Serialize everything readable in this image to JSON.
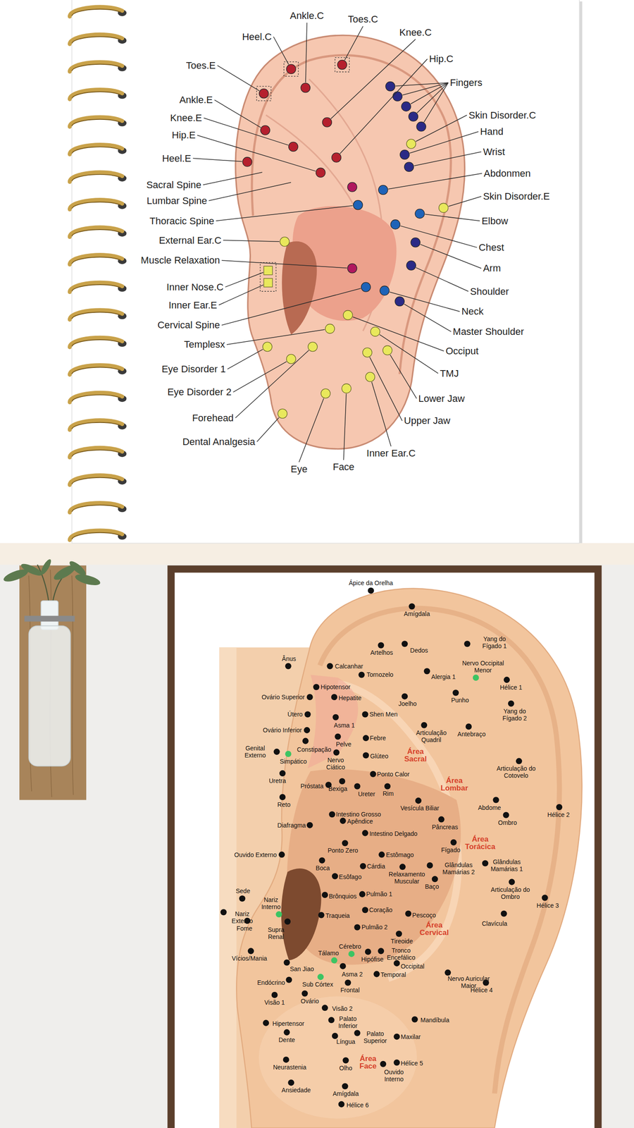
{
  "diagram": {
    "labels": [
      "Ankle.C",
      "Toes.C",
      "Knee.C",
      "Heel.C",
      "Hip.C",
      "Fingers",
      "Toes.E",
      "Skin Disorder.C",
      "Hand",
      "Wrist",
      "Ankle.E",
      "Knee.E",
      "Hip.E",
      "Heel.E",
      "Abdonmen",
      "Skin Disorder.E",
      "Sacral Spine",
      "Lumbar Spine",
      "Elbow",
      "Thoracic Spine",
      "Chest",
      "External Ear.C",
      "Arm",
      "Muscle Relaxation",
      "Inner Nose.C",
      "Shoulder",
      "Inner Ear.E",
      "Neck",
      "Cervical Spine",
      "Master Shoulder",
      "Templesx",
      "Occiput",
      "Eye Disorder 1",
      "TMJ",
      "Eye Disorder 2",
      "Lower Jaw",
      "Forehead",
      "Upper Jaw",
      "Dental Analgesia",
      "Inner Ear.C",
      "Eye",
      "Face",
      "Ápice da Orelha",
      "Amígdala",
      "Yang do Fígado 1",
      "Artelhos",
      "Dedos",
      "Nervo Occipital Menor",
      "Hélice 1",
      "Ânus",
      "Calcanhar",
      "Tornozelo",
      "Alergia 1",
      "Hipotensor",
      "Hepatite",
      "Ovário Superior",
      "Punho",
      "Yang do Fígado 2",
      "Joelho",
      "Útero",
      "Shen Men",
      "Asma 1",
      "Articulação Quadril",
      "Antebraço",
      "Ovário Inferior",
      "Febre",
      "Pelve",
      "Constipação",
      "Genital Externo",
      "Simpático",
      "Nervo Ciático",
      "Glúteo",
      "Área Sacral",
      "Articulação do Cotovelo",
      "Ponto Calor",
      "Uretra",
      "Área Lombar",
      "Próstata",
      "Bexiga",
      "Ureter",
      "Rim",
      "Reto",
      "Abdome",
      "Hélice 2",
      "Vesícula Biliar",
      "Intestino Grosso",
      "Diafragma",
      "Apêndice",
      "Ombro",
      "Pâncreas",
      "Intestino Delgado",
      "Área Torácica",
      "Ponto Zero",
      "Ouvido Externo",
      "Estômago",
      "Fígado",
      "Glândulas Mamárias 1",
      "Glândulas Mamárias 2",
      "Boca",
      "Cárdia",
      "Relaxamento Muscular",
      "Esôfago",
      "Baço",
      "Articulação do Ombro",
      "Sede",
      "Brônquios",
      "Pulmão 1",
      "Hélice 3",
      "Nariz Interno",
      "Coração",
      "Pescoço",
      "Nariz Externo",
      "Traqueia",
      "Área Cervical",
      "Clavícula",
      "Fome",
      "Supra Renal",
      "Pulmão 2",
      "Tireoide",
      "Vícios/Mania",
      "Cérebro",
      "Tronco Encefálico",
      "Tálamo",
      "Hipófise",
      "Occipital",
      "San Jiao",
      "Asma 2",
      "Temporal",
      "Nervo Auricular Maior",
      "Hélice 4",
      "Endócrino",
      "Sub Córtex",
      "Frontal",
      "Visão 1",
      "Ovário",
      "Visão 2",
      "Mandíbula",
      "Hipertensor",
      "Palato Inferior",
      "Dente",
      "Língua",
      "Palato Superior",
      "Maxilar",
      "Neurastenia",
      "Área Face",
      "Olho",
      "Hélice 5",
      "Ouvido Interno",
      "Ansiedade",
      "Amígdala",
      "Hélice 6"
    ]
  }
}
